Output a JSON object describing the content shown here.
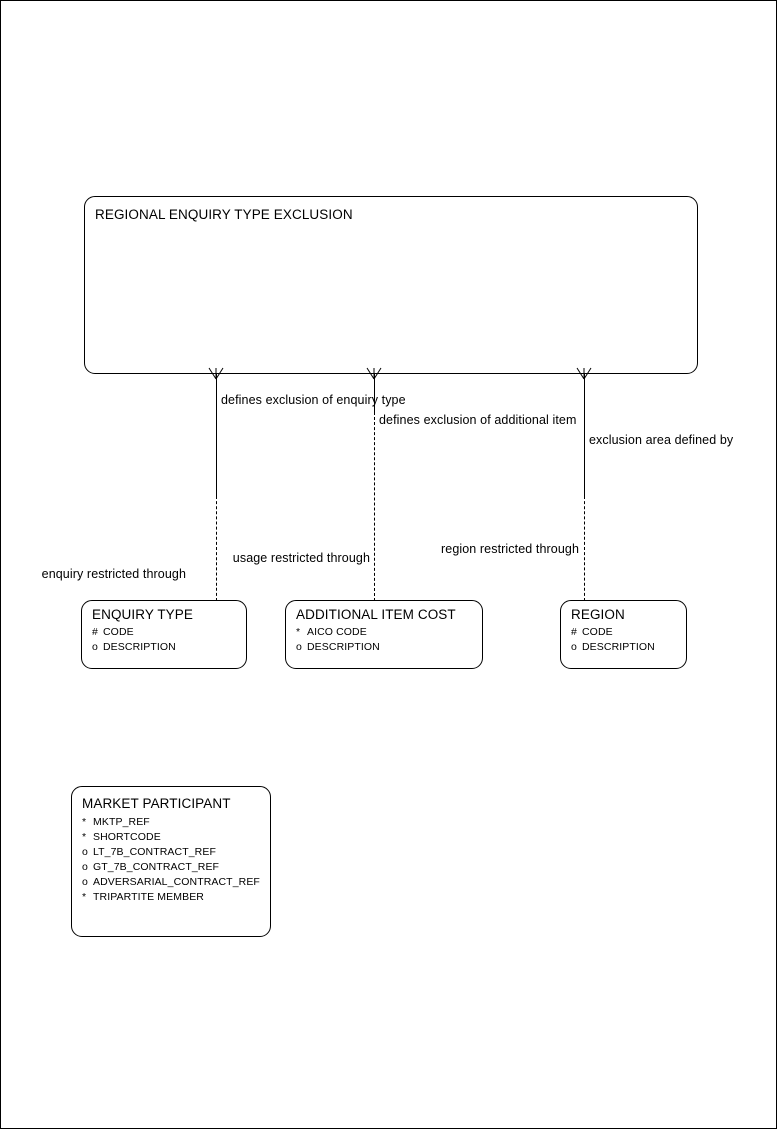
{
  "diagram": {
    "type": "entity-relationship-diagram",
    "entities": [
      {
        "id": "regional-enquiry-type-exclusion",
        "name": "REGIONAL ENQUIRY TYPE EXCLUSION",
        "attributes": []
      },
      {
        "id": "enquiry-type",
        "name": "ENQUIRY TYPE",
        "attributes": [
          {
            "mark": "#",
            "name": "CODE"
          },
          {
            "mark": "o",
            "name": "DESCRIPTION"
          }
        ]
      },
      {
        "id": "additional-item-cost",
        "name": "ADDITIONAL ITEM COST",
        "attributes": [
          {
            "mark": "*",
            "name": "AICO CODE"
          },
          {
            "mark": "o",
            "name": "DESCRIPTION"
          }
        ]
      },
      {
        "id": "region",
        "name": "REGION",
        "attributes": [
          {
            "mark": "#",
            "name": "CODE"
          },
          {
            "mark": "o",
            "name": "DESCRIPTION"
          }
        ]
      },
      {
        "id": "market-participant",
        "name": "MARKET PARTICIPANT",
        "attributes": [
          {
            "mark": "*",
            "name": "MKTP_REF"
          },
          {
            "mark": "*",
            "name": "SHORTCODE"
          },
          {
            "mark": "o",
            "name": "LT_7B_CONTRACT_REF"
          },
          {
            "mark": "o",
            "name": "GT_7B_CONTRACT_REF"
          },
          {
            "mark": "o",
            "name": "ADVERSARIAL_CONTRACT_REF"
          },
          {
            "mark": "*",
            "name": "TRIPARTITE MEMBER"
          }
        ]
      }
    ],
    "relationships": [
      {
        "id": "enquiry",
        "from": "regional-enquiry-type-exclusion",
        "to": "enquiry-type",
        "label_from": "defines exclusion of enquiry type",
        "label_to": "enquiry restricted through"
      },
      {
        "id": "additional",
        "from": "regional-enquiry-type-exclusion",
        "to": "additional-item-cost",
        "label_from": "defines exclusion of additional item",
        "label_to": "usage restricted through"
      },
      {
        "id": "region",
        "from": "regional-enquiry-type-exclusion",
        "to": "region",
        "label_from": "exclusion area defined by",
        "label_to": "region restricted through"
      }
    ]
  }
}
